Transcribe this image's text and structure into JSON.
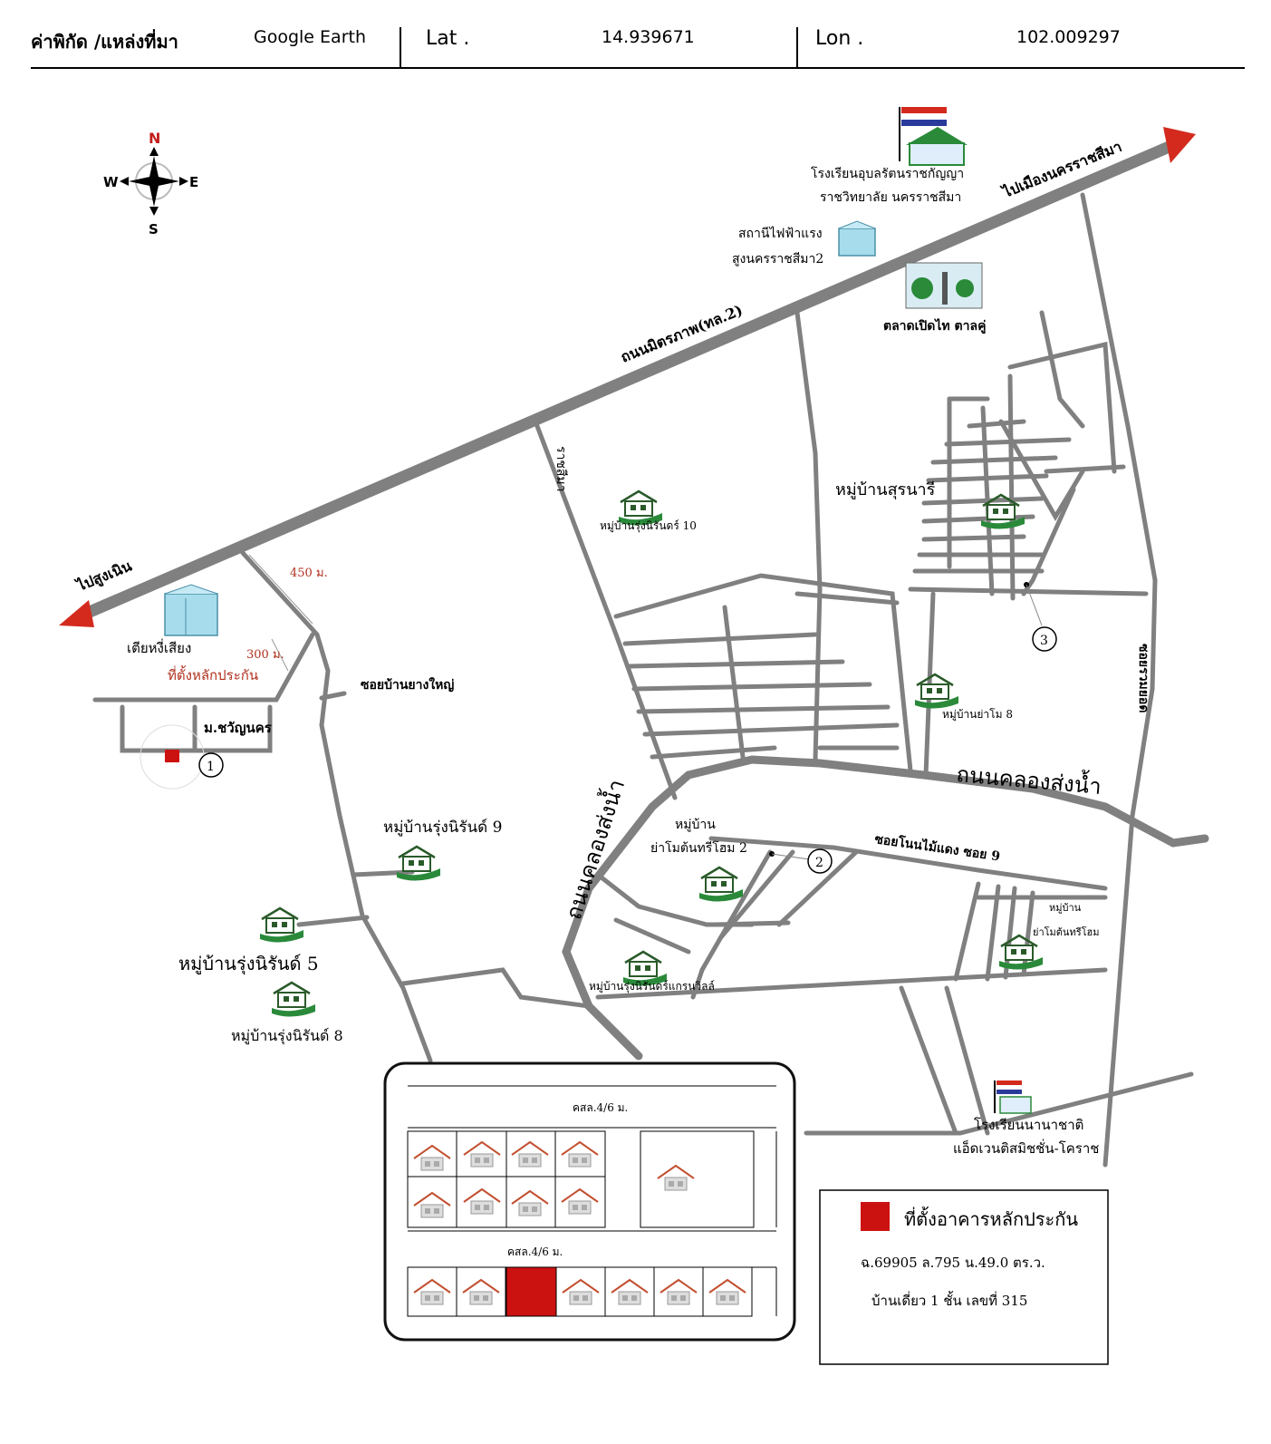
{
  "header": {
    "source_label": "ค่าพิกัด /แหล่งที่มา",
    "source_value": "Google Earth",
    "lat_label": "Lat .",
    "lat_value": "14.939671",
    "lon_label": "Lon .",
    "lon_value": "102.009297"
  },
  "compass": {
    "n": "N",
    "s": "S",
    "e": "E",
    "w": "W"
  },
  "roads": {
    "mittraphap": "ถนนมิตรภาพ(ทล.2)",
    "to_korat": "ไปเมืองนครราชสีมา",
    "to_sungnoen": "ไปสูงเนิน",
    "khlong_song_nam_1": "ถนนคลองส่งน้ำ",
    "khlong_song_nam_2": "ถนนคลองส่งน้ำ",
    "soi_ban_yang_yai": "ซอยบ้านยางใหญ่",
    "soi_nong_mai_daeng": "ซอยโนนไม้แดง ซอย 9",
    "soi_right": "ซอยรวมยอด",
    "ratchasima": "ราชสีมา"
  },
  "landmarks": {
    "school_top_1": "โรงเรียนอุบลรัตนราชกัญญา",
    "school_top_2": "ราชวิทยาลัย นครราชสีมา",
    "power_station_1": "สถานีไฟฟ้าแรง",
    "power_station_2": "สูงนครราชสีมา2",
    "market": "ตลาดเปิดไท ตาลคู่",
    "tia_hong": "เตียหงี่เสียง",
    "collateral_location": "ที่ตั้งหลักประกัน",
    "chawanon": "ม.ชวัญนคร",
    "international_school_1": "โรงเรียนนานาชาติ",
    "international_school_2": "แอ็ดเวนติสมิชชั่น-โคราช"
  },
  "villages": {
    "rungnirun_10": "หมู่บ้านรุ่งนิรันดร์ 10",
    "suranaree": "หมู่บ้านสุรนารี",
    "yamo_8": "หมู่บ้านย่าโม 8",
    "rungnirun_9": "หมู่บ้านรุ่งนิรันด์ 9",
    "rungnirun_5": "หมู่บ้านรุ่งนิรันด์ 5",
    "rungnirun_8": "หมู่บ้านรุ่งนิรันด์ 8",
    "yamo_tonthong_2_a": "หมู่บ้าน",
    "yamo_tonthong_2_b": "ย่าโมต้นทรีโฮม 2",
    "yamo_tonthong_a": "หมู่บ้าน",
    "yamo_tonthong_b": "ย่าโมต้นทรีโฮม",
    "rungnirun_grand": "หมู่บ้านรุ่งนิรันดร์แกรนวิลล์"
  },
  "distances": {
    "d450": "450 ม.",
    "d300": "300 ม."
  },
  "markers": {
    "m1": "1",
    "m2": "2",
    "m3": "3"
  },
  "inset": {
    "road_top": "คสล.4/6 ม.",
    "road_mid": "คสล.4/6 ม."
  },
  "legend": {
    "title": "ที่ตั้งอาคารหลักประกัน",
    "line1": "ฉ.69905 ล.795 น.49.0 ตร.ว.",
    "line2": "บ้านเดี่ยว 1 ชั้น เลขที่ 315"
  },
  "colors": {
    "road": "#808080",
    "highway": "#808080",
    "arrow": "#d42a1e",
    "collateral": "#cc1111",
    "village_icon": "#2a8a3a",
    "distance_text": "#b0301d"
  }
}
